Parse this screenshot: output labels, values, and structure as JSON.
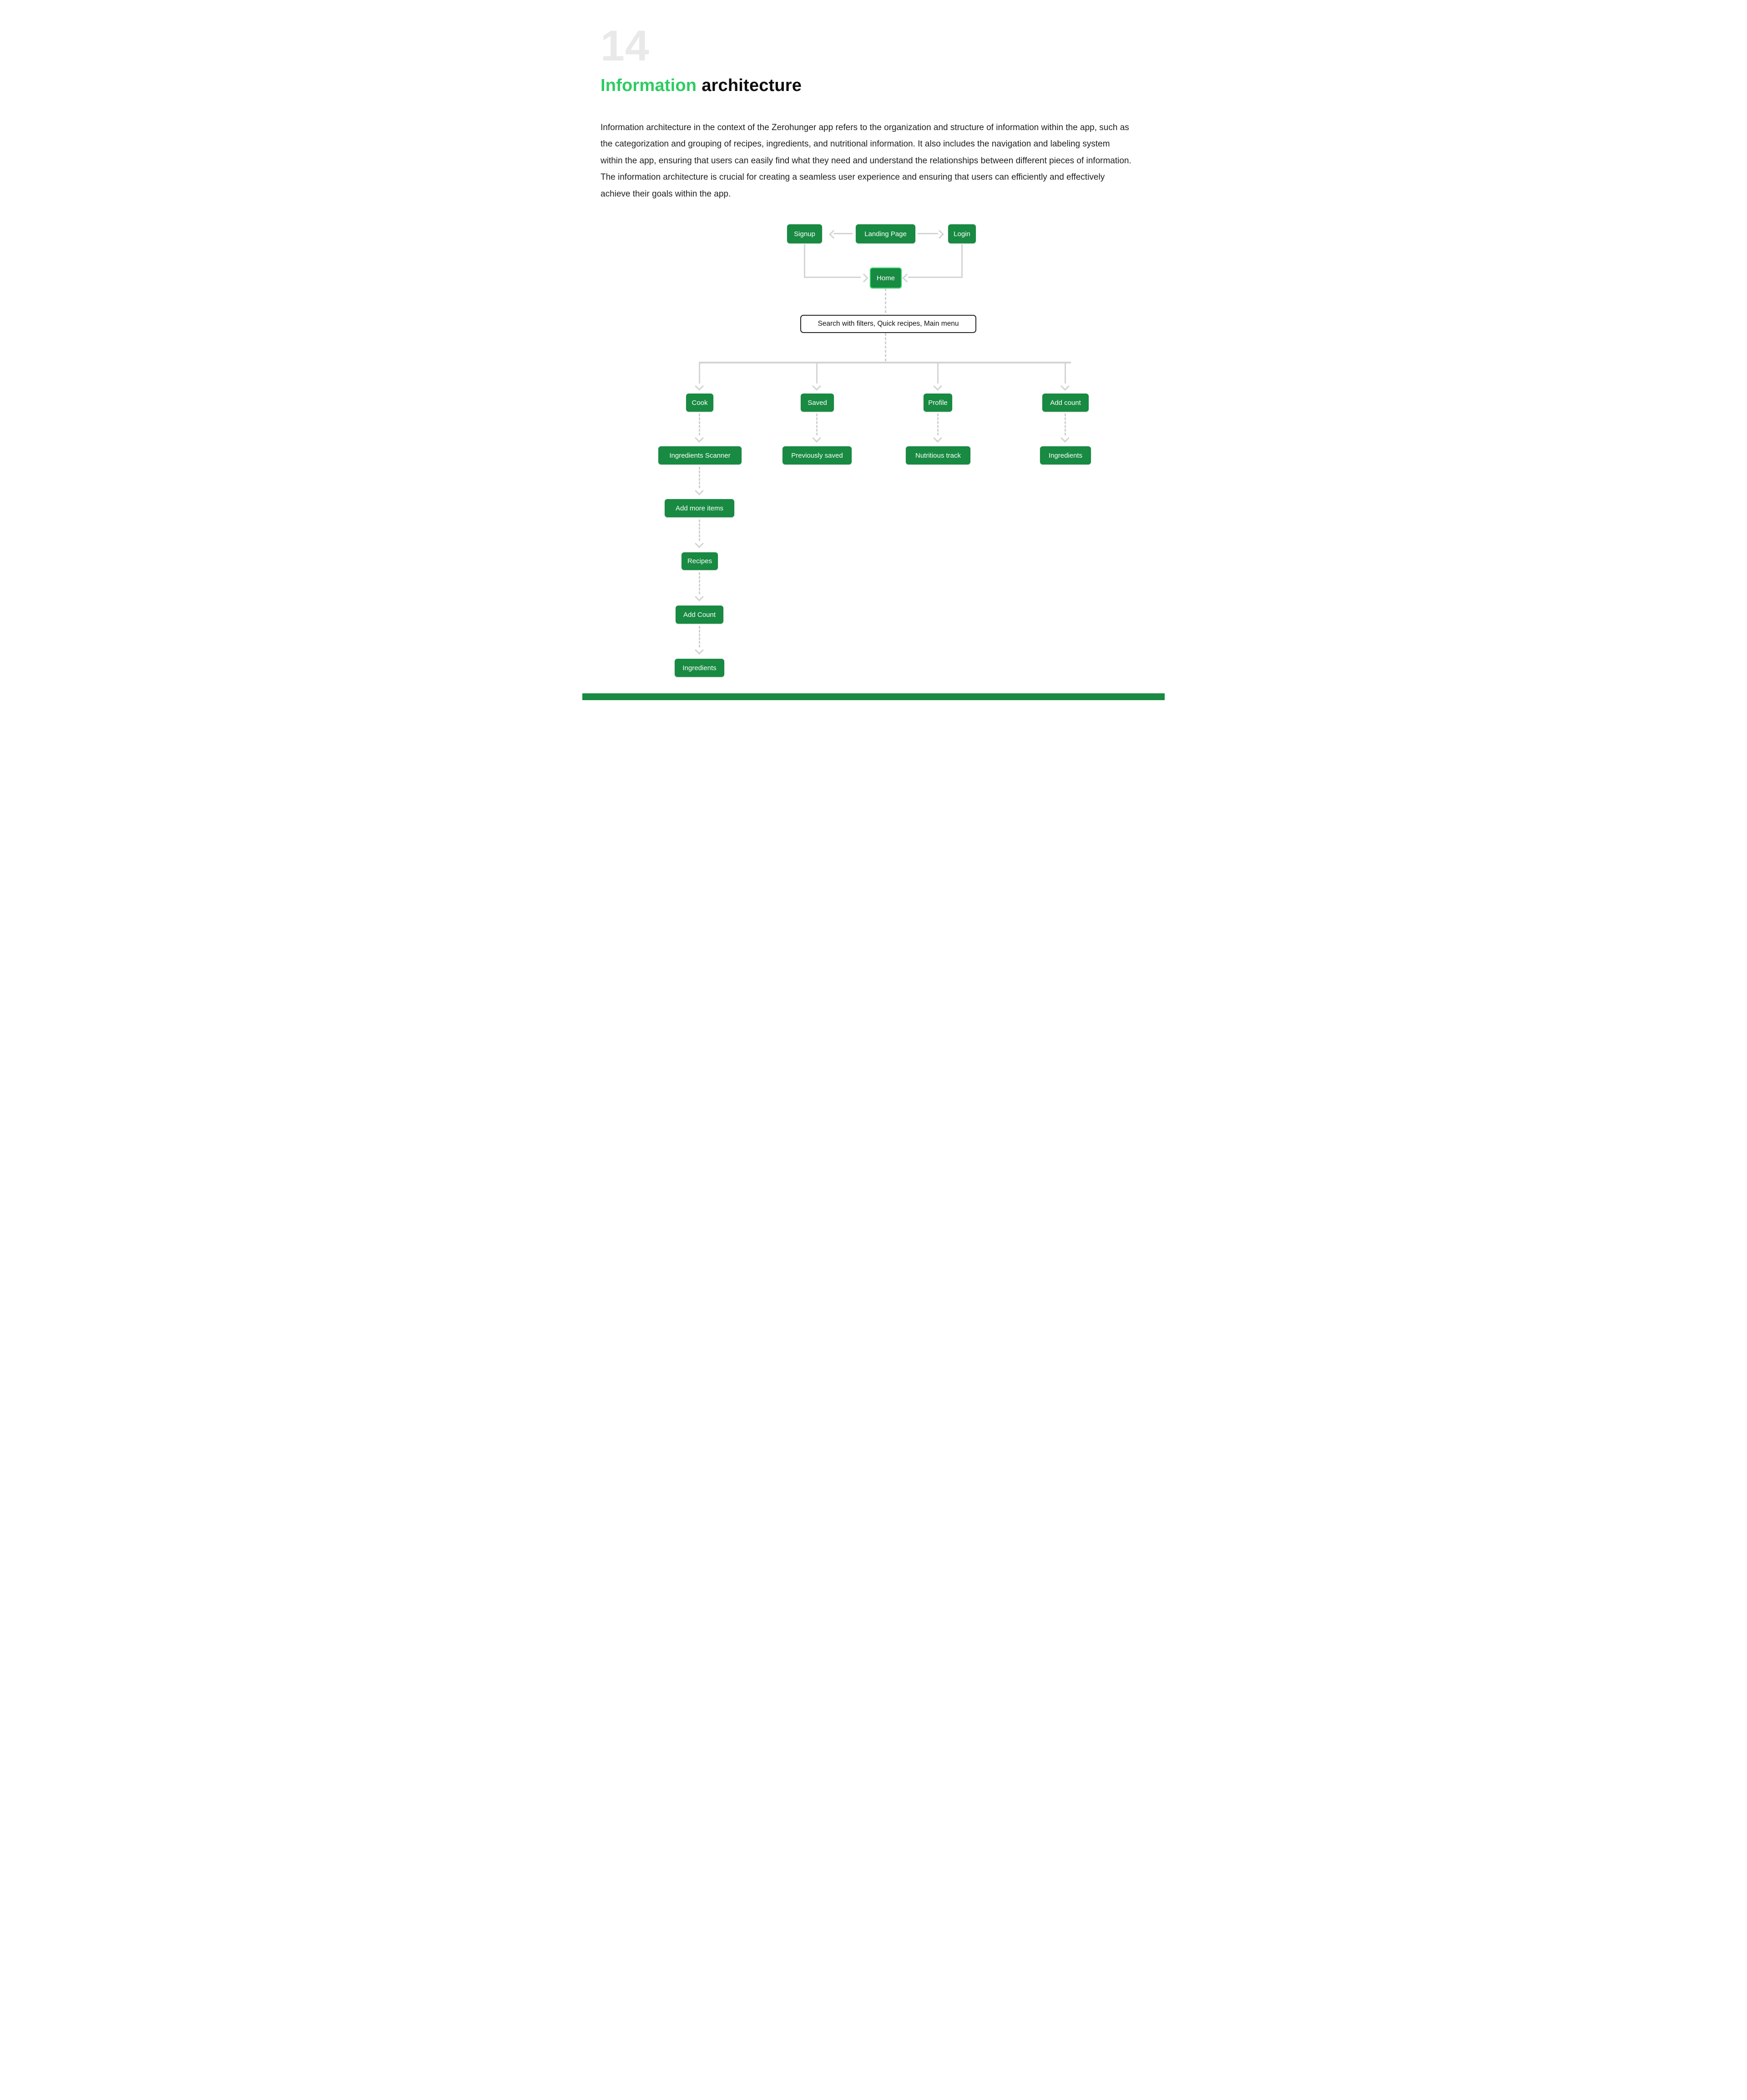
{
  "page": {
    "number": "14",
    "title": {
      "highlight": "Information",
      "rest": "architecture"
    },
    "paragraph": "Information architecture in the context of the Zerohunger app refers to the organization and structure of information within the app, such as the categorization and grouping of recipes, ingredients, and nutritional information. It also includes the navigation and labeling system within the app, ensuring that users can easily find what they need and understand the relationships between different pieces of information. The information architecture is crucial for creating a seamless user experience and ensuring that users can efficiently and effectively achieve their goals within the app."
  },
  "colors": {
    "node_green": "#188a42",
    "home_highlight_green": "#2bd567",
    "title_green": "#2ecb62",
    "page_number_gray": "#e9e9e9",
    "connector_gray": "#d4d4d4",
    "text_black": "#1f1f1f"
  },
  "diagram": {
    "nodes": {
      "signup": {
        "label": "Signup"
      },
      "landing_page": {
        "label": "Landing Page"
      },
      "login": {
        "label": "Login"
      },
      "home": {
        "label": "Home"
      },
      "search": {
        "label": "Search with filters, Quick recipes, Main menu"
      },
      "cook": {
        "label": "Cook"
      },
      "saved": {
        "label": "Saved"
      },
      "profile": {
        "label": "Profile"
      },
      "add_count": {
        "label": "Add count"
      },
      "ingredients_scanner": {
        "label": "Ingredients Scanner"
      },
      "previously_saved": {
        "label": "Previously saved"
      },
      "nutritious_track": {
        "label": "Nutritious track"
      },
      "ingredients_right": {
        "label": "Ingredients"
      },
      "add_more_items": {
        "label": "Add more items"
      },
      "recipes": {
        "label": "Recipes"
      },
      "add_count_level2": {
        "label": "Add Count"
      },
      "ingredients_bottom": {
        "label": "Ingredients"
      }
    }
  }
}
